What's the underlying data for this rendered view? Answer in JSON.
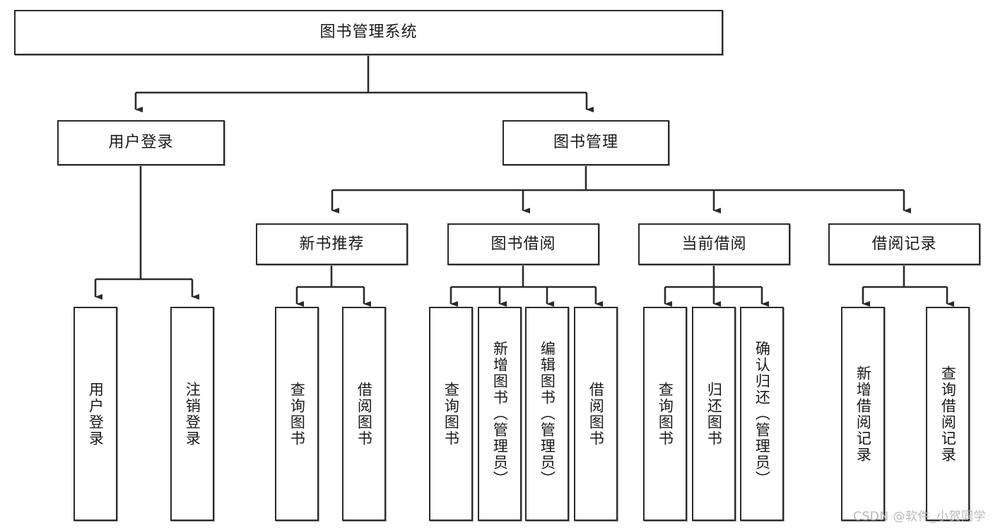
{
  "diagram": {
    "title": "图书管理系统",
    "type": "tree",
    "colors": {
      "box_border": "#2b2b2b",
      "box_fill": "#ffffff",
      "edge": "#2b2b2b",
      "shadow": "#9d9d9d",
      "text": "#1a1a1a",
      "watermark": "#b9b9b9"
    },
    "nodes": {
      "root": {
        "label": "图书管理系统"
      },
      "level2": [
        {
          "id": "user-login",
          "label": "用户登录"
        },
        {
          "id": "book-manage",
          "label": "图书管理"
        }
      ],
      "level3": [
        {
          "id": "new-book-recommend",
          "label": "新书推荐"
        },
        {
          "id": "book-borrow",
          "label": "图书借阅"
        },
        {
          "id": "current-borrow",
          "label": "当前借阅"
        },
        {
          "id": "borrow-record",
          "label": "借阅记录"
        }
      ],
      "leaves": [
        {
          "id": "leaf-user-login",
          "label": "用户登录",
          "parent": "user-login"
        },
        {
          "id": "leaf-logout",
          "label": "注销登录",
          "parent": "user-login"
        },
        {
          "id": "leaf-query-book-nb",
          "label": "查询图书",
          "parent": "new-book-recommend"
        },
        {
          "id": "leaf-borrow-book-nb",
          "label": "借阅图书",
          "parent": "new-book-recommend"
        },
        {
          "id": "leaf-query-book-bb",
          "label": "查询图书",
          "parent": "book-borrow"
        },
        {
          "id": "leaf-add-book",
          "label": "新增图书（管理员）",
          "parent": "book-borrow"
        },
        {
          "id": "leaf-edit-book",
          "label": "编辑图书（管理员）",
          "parent": "book-borrow"
        },
        {
          "id": "leaf-borrow-book-bb",
          "label": "借阅图书",
          "parent": "book-borrow"
        },
        {
          "id": "leaf-query-book-cb",
          "label": "查询图书",
          "parent": "current-borrow"
        },
        {
          "id": "leaf-return-book",
          "label": "归还图书",
          "parent": "current-borrow"
        },
        {
          "id": "leaf-confirm-return",
          "label": "确认归还（管理员）",
          "parent": "current-borrow"
        },
        {
          "id": "leaf-add-record",
          "label": "新增借阅记录",
          "parent": "borrow-record"
        },
        {
          "id": "leaf-query-record",
          "label": "查询借阅记录",
          "parent": "borrow-record"
        }
      ]
    },
    "watermark": "CSDN @软件_小贺同学"
  }
}
